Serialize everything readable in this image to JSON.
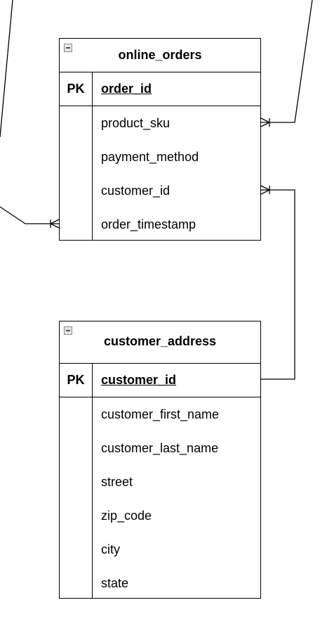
{
  "entities": {
    "online_orders": {
      "title": "online_orders",
      "pk_label": "PK",
      "pk_field": "order_id",
      "fields": [
        "product_sku",
        "payment_method",
        "customer_id",
        "order_timestamp"
      ]
    },
    "customer_address": {
      "title": "customer_address",
      "pk_label": "PK",
      "pk_field": "customer_id",
      "fields": [
        "customer_first_name",
        "customer_last_name",
        "street",
        "zip_code",
        "city",
        "state"
      ]
    }
  },
  "relationships": [
    {
      "from": "customer_address.customer_id",
      "to": "online_orders.customer_id",
      "to_cardinality": "one-or-many"
    },
    {
      "from": "external",
      "to": "online_orders.product_sku",
      "to_cardinality": "one-or-many"
    },
    {
      "from": "external",
      "to": "online_orders.order_timestamp",
      "to_cardinality": "one-or-many"
    }
  ],
  "colors": {
    "line": "#000000",
    "background": "#ffffff",
    "icon_fill": "#e6e6e6"
  }
}
